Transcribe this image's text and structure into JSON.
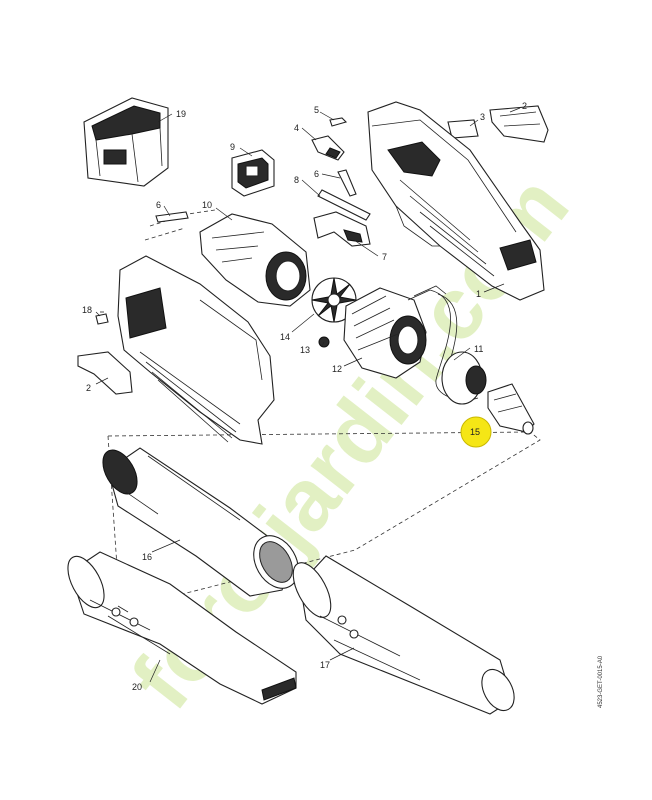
{
  "watermark": "forotjardin.com",
  "diagram_code": "4523-GET-0015-A0",
  "highlight_color": "#f5e616",
  "part_labels": {
    "p1": "1",
    "p2a": "2",
    "p2b": "2",
    "p3": "3",
    "p4": "4",
    "p5": "5",
    "p6a": "6",
    "p6b": "6",
    "p7": "7",
    "p8": "8",
    "p9": "9",
    "p10": "10",
    "p11": "11",
    "p12": "12",
    "p13": "13",
    "p14": "14",
    "p15": "15",
    "p16": "16",
    "p17": "17",
    "p18": "18",
    "p19": "19",
    "p20": "20"
  }
}
